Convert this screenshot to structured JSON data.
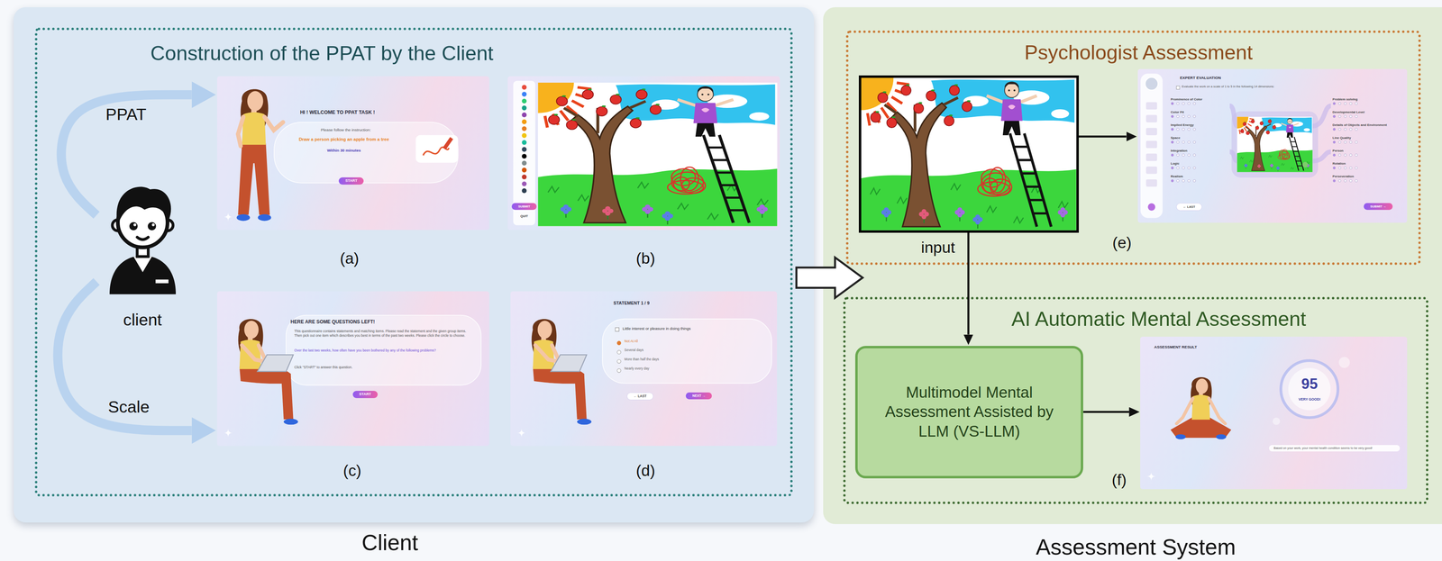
{
  "diagram": {
    "nodes": [
      {
        "text": [
          "Client"
        ]
      },
      {
        "text": [
          "Construction of the PPAT by the Client"
        ],
        "in": 0
      },
      {
        "text": [
          "client"
        ],
        "in": 1
      },
      {
        "text": [
          "HI ! WELCOME TO PPAT TASK !",
          "Please follow the instruction:",
          "Draw a person picking an apple from a tree",
          "Within 30 minutes",
          "START"
        ],
        "in": 1
      },
      {
        "text": [
          "SUBMIT",
          "QUIT"
        ],
        "in": 1
      },
      {
        "text": [
          "HERE ARE SOME QUESTIONS LEFT!",
          "This questionnaire contains statements and matching items. Please read the statement and the given group items. Then pick out one item which describes you best in terms of the past two weeks. Please click the circle to choose.",
          "Over the last two weeks, how often have you been bothered by any of the following problems?",
          "Click \"START\" to answer this question.",
          "START"
        ],
        "in": 1
      },
      {
        "text": [
          "STATEMENT 1 / 9",
          "Little interest or pleasure in doing things",
          "Not At All",
          "Several days",
          "More than half the days",
          "Nearly every day",
          "← LAST",
          "NEXT →"
        ],
        "in": 1
      },
      {
        "text": [
          "Assessment System"
        ]
      },
      {
        "text": [
          "Psychologist Assessment"
        ],
        "in": 7
      },
      {
        "text": [
          "input"
        ],
        "in": 8
      },
      {
        "text": [
          "EXPERT EVALUATION",
          "Evaluate the work on a scale of 1 to 5 in the following 14 dimensions:",
          "Prominence of Color",
          "Color Fit",
          "Implied Energy",
          "Space",
          "Integration",
          "Logic",
          "Realism",
          "Problem solving",
          "Developmental Level",
          "Details of Objects and Environment",
          "Line Quality",
          "Person",
          "Rotation",
          "Perseveration",
          "← LAST",
          "SUBMIT →"
        ],
        "in": 8
      },
      {
        "text": [
          "AI Automatic Mental Assessment"
        ],
        "in": 7
      },
      {
        "text": [
          "Multimodel Mental Assessment Assisted by LLM (VS-LLM)"
        ],
        "in": 11
      },
      {
        "text": [
          "ASSESSMENT RESULT",
          "95",
          "VERY GOOD!",
          "Based on your work, your mental health condition seems to be very good!"
        ],
        "in": 11
      }
    ],
    "edges": [
      {
        "from": 2,
        "to": 3,
        "label": "PPAT",
        "arrow": "to"
      },
      {
        "from": 2,
        "to": 5,
        "label": "Scale",
        "arrow": "to"
      },
      {
        "from": 0,
        "to": 7,
        "arrow": "to"
      },
      {
        "from": 9,
        "to": 10,
        "arrow": "to"
      },
      {
        "from": 9,
        "to": 12,
        "arrow": "to"
      },
      {
        "from": 12,
        "to": 13,
        "arrow": "to"
      }
    ],
    "labels": [
      "(a)",
      "(b)",
      "(c)",
      "(d)",
      "(e)",
      "(f)"
    ]
  }
}
